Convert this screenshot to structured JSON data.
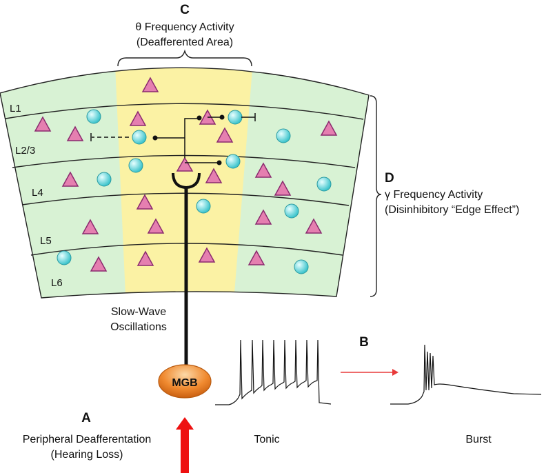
{
  "panel_c": {
    "letter": "C",
    "line1": "θ Frequency Activity",
    "line2": "(Deafferented Area)"
  },
  "panel_d": {
    "letter": "D",
    "line1": "γ Frequency Activity",
    "line2": "(Disinhibitory “Edge Effect”)"
  },
  "panel_a": {
    "letter": "A",
    "line1": "Peripheral Deafferentation",
    "line2": "(Hearing Loss)"
  },
  "panel_b": {
    "letter": "B",
    "tonic_label": "Tonic",
    "burst_label": "Burst"
  },
  "slow_wave": {
    "line1": "Slow-Wave",
    "line2": "Oscillations"
  },
  "mgb_label": "MGB",
  "layers": [
    "L1",
    "L2/3",
    "L4",
    "L5",
    "L6"
  ],
  "colors": {
    "outer_region": "#d8f2d4",
    "deafferented_region": "#fbf2a4",
    "pyramidal_cell": "#e57fb0",
    "interneuron": "#5cd4d8",
    "mgb": "#f08a30",
    "input_arrow": "#ee1111",
    "b_arrow": "#e83a3a"
  }
}
